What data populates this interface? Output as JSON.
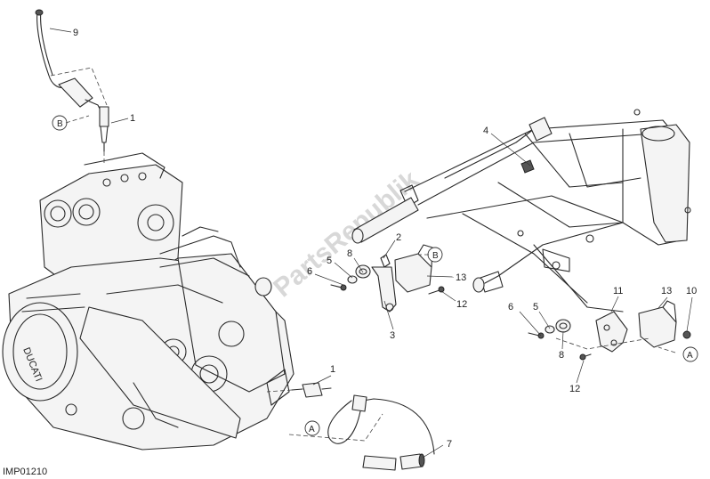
{
  "diagram": {
    "drawing_code": "IMP01210",
    "watermark": "PartsRepublik",
    "callouts": {
      "c1_top": "1",
      "c1_bottom": "1",
      "c2": "2",
      "c3": "3",
      "c4": "4",
      "c5_left": "5",
      "c5_right": "5",
      "c6_left": "6",
      "c6_right": "6",
      "c7": "7",
      "c8_left": "8",
      "c8_right": "8",
      "c9": "9",
      "c10": "10",
      "c11": "11",
      "c12_left": "12",
      "c12_right": "12",
      "c13_left": "13",
      "c13_right": "13"
    },
    "reference_marks": {
      "b_top": "B",
      "b_sensor": "B",
      "a_bottom": "A",
      "a_right": "A"
    },
    "engine_logo": "DUCATI"
  }
}
